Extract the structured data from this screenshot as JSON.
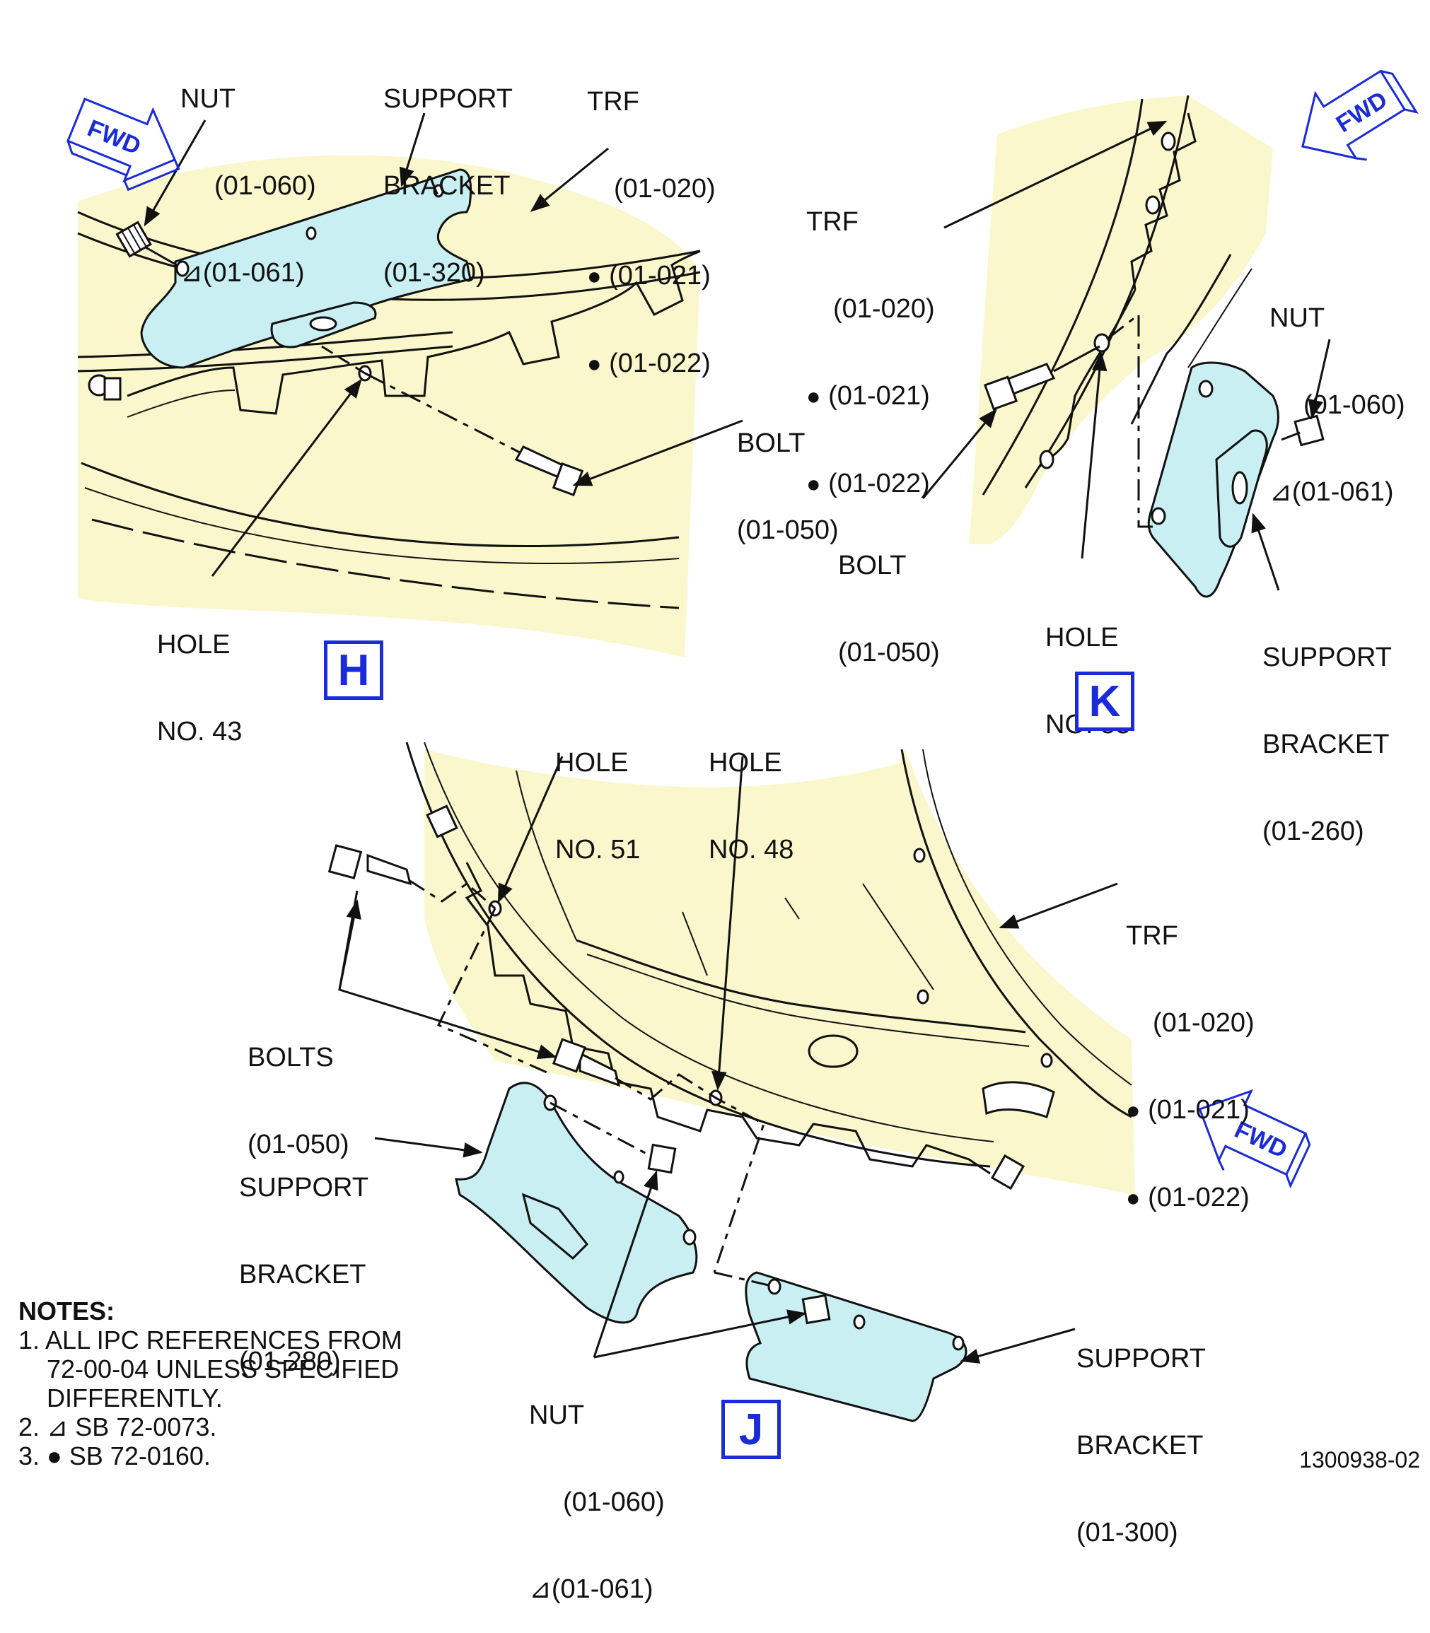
{
  "colors": {
    "frame_fill": "#fbf7cc",
    "bracket_fill": "#c9eff2",
    "line": "#111111",
    "accent_blue": "#1a2bd8"
  },
  "symbols": {
    "triangle": "⊿",
    "bullet": "●"
  },
  "fwd_arrow_label": "FWD",
  "views": {
    "H": {
      "letter": "H",
      "nut": {
        "name": "NUT",
        "ref1": "(01-060)",
        "ref2": "(01-061)"
      },
      "support_bracket": {
        "name1": "SUPPORT",
        "name2": "BRACKET",
        "ref": "(01-320)"
      },
      "trf": {
        "name": "TRF",
        "ref1": "(01-020)",
        "ref2": "(01-021)",
        "ref3": "(01-022)"
      },
      "bolt": {
        "name": "BOLT",
        "ref": "(01-050)"
      },
      "hole": {
        "name1": "HOLE",
        "name2": "NO. 43"
      }
    },
    "K": {
      "letter": "K",
      "trf": {
        "name": "TRF",
        "ref1": "(01-020)",
        "ref2": "(01-021)",
        "ref3": "(01-022)"
      },
      "nut": {
        "name": "NUT",
        "ref1": "(01-060)",
        "ref2": "(01-061)"
      },
      "bolt": {
        "name": "BOLT",
        "ref": "(01-050)"
      },
      "hole": {
        "name1": "HOLE",
        "name2": "NO. 53"
      },
      "support_bracket": {
        "name1": "SUPPORT",
        "name2": "BRACKET",
        "ref": "(01-260)"
      }
    },
    "J": {
      "letter": "J",
      "hole51": {
        "name1": "HOLE",
        "name2": "NO. 51"
      },
      "hole48": {
        "name1": "HOLE",
        "name2": "NO. 48"
      },
      "trf": {
        "name": "TRF",
        "ref1": "(01-020)",
        "ref2": "(01-021)",
        "ref3": "(01-022)"
      },
      "bolts": {
        "name": "BOLTS",
        "ref": "(01-050)"
      },
      "support_bracket_280": {
        "name1": "SUPPORT",
        "name2": "BRACKET",
        "ref": "(01-280)"
      },
      "support_bracket_300": {
        "name1": "SUPPORT",
        "name2": "BRACKET",
        "ref": "(01-300)"
      },
      "nut": {
        "name": "NUT",
        "ref1": "(01-060)",
        "ref2": "(01-061)"
      }
    }
  },
  "notes": {
    "title": "NOTES:",
    "items": [
      "1. ALL IPC REFERENCES FROM",
      "    72-00-04 UNLESS SPECIFIED",
      "    DIFFERENTLY.",
      "2. ⊿ SB 72-0073.",
      "3. ● SB 72-0160."
    ]
  },
  "drawing_number": "1300938-02"
}
